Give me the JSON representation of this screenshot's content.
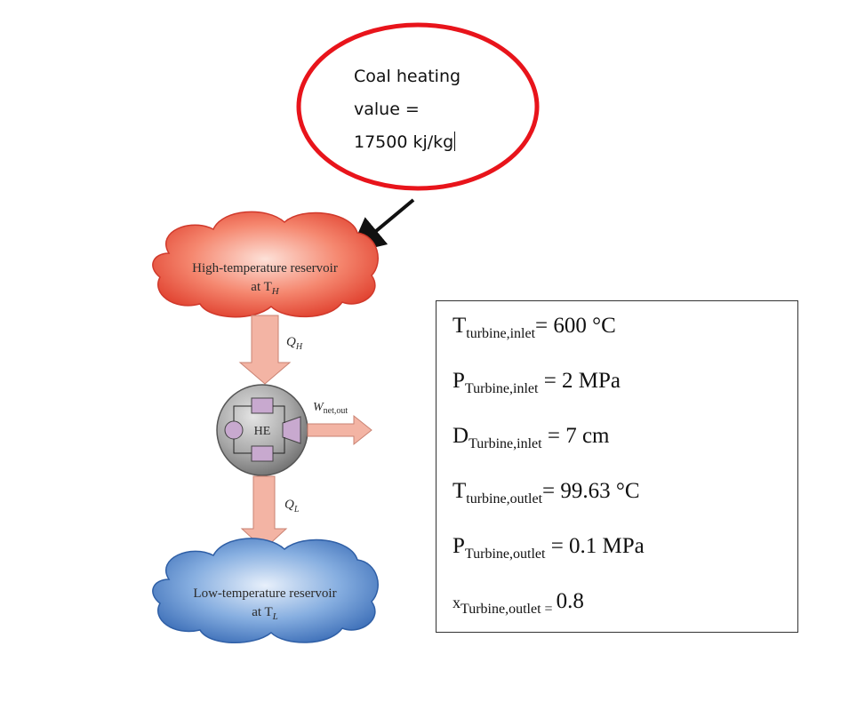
{
  "callout": {
    "lines": [
      "Coal heating",
      "value =",
      "17500 kj/kg"
    ],
    "ellipse_color": "#e8141b"
  },
  "diagram": {
    "high_reservoir": {
      "line1": "High-temperature reservoir",
      "line2_prefix": "at T",
      "line2_sub": "H"
    },
    "low_reservoir": {
      "line1": "Low-temperature reservoir",
      "line2_prefix": "at T",
      "line2_sub": "L"
    },
    "heat_in": {
      "symbol": "Q",
      "sub": "H"
    },
    "heat_out": {
      "symbol": "Q",
      "sub": "L"
    },
    "work_out": {
      "symbol": "W",
      "sub": "net,out"
    },
    "engine_label": "HE",
    "colors": {
      "hot": "#f06a55",
      "cold": "#5b8fd0",
      "arrow": "#f3b4a4",
      "engine": "#9a9a9a"
    }
  },
  "properties": [
    {
      "symbol": "T",
      "sub": "turbine,inlet",
      "eq": "= 600 °C"
    },
    {
      "symbol": "P",
      "sub": "Turbine,inlet",
      "eq": " = 2 MPa"
    },
    {
      "symbol": "D",
      "sub": "Turbine,inlet",
      "eq": " = 7 cm"
    },
    {
      "symbol": "T",
      "sub": "turbine,outlet",
      "eq": "= 99.63 °C"
    },
    {
      "symbol": "P",
      "sub": "Turbine,outlet",
      "eq": " = 0.1 MPa"
    },
    {
      "symbol": "x",
      "sub": "Turbine,outlet",
      "eq_small": " = ",
      "value": "0.8"
    }
  ]
}
